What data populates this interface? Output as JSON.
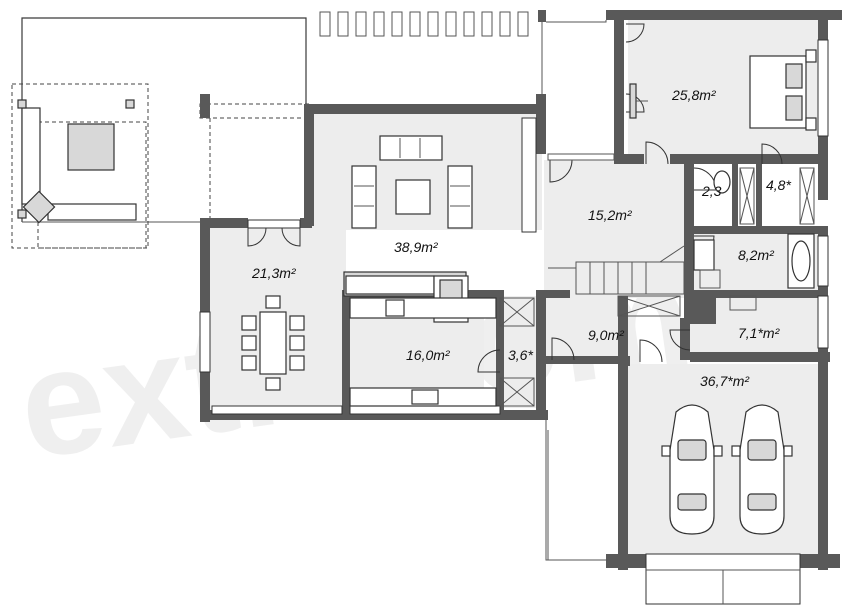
{
  "rooms": {
    "bedroom": "25,8m²",
    "wc": "2,3",
    "closet": "4,8*",
    "hall": "15,2m²",
    "living": "38,9m²",
    "dining": "21,3m²",
    "bathroom": "8,2m²",
    "kitchen": "16,0m²",
    "pantry": "3,6*",
    "vestibule": "9,0m²",
    "boiler": "7,1*m²",
    "garage": "36,7*m²"
  },
  "watermark": "extradom"
}
